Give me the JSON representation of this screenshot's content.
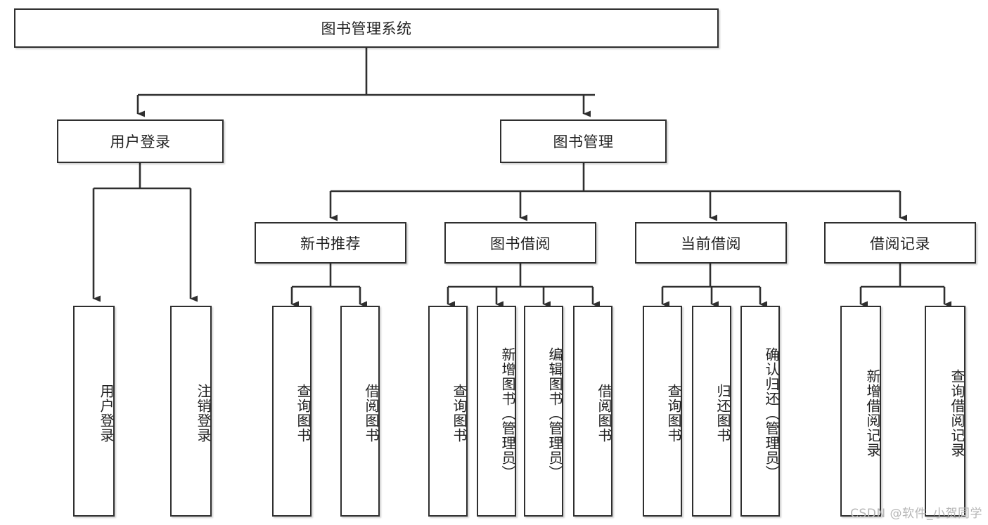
{
  "diagram": {
    "title": "图书管理系统",
    "type": "tree-hierarchy-diagram",
    "root": {
      "id": "root",
      "label": "图书管理系统"
    },
    "level2": [
      {
        "id": "user-login",
        "label": "用户登录"
      },
      {
        "id": "book-manage",
        "label": "图书管理"
      }
    ],
    "level3": [
      {
        "id": "new-book-rec",
        "label": "新书推荐"
      },
      {
        "id": "book-borrow",
        "label": "图书借阅"
      },
      {
        "id": "current-borrow",
        "label": "当前借阅"
      },
      {
        "id": "borrow-record",
        "label": "借阅记录"
      }
    ],
    "leaves": {
      "user_login": [
        {
          "id": "leaf-user-login",
          "label": "用户登录"
        },
        {
          "id": "leaf-logout",
          "label": "注销登录"
        }
      ],
      "new_book_rec": [
        {
          "id": "leaf-query-book-1",
          "label": "查询图书"
        },
        {
          "id": "leaf-borrow-book-1",
          "label": "借阅图书"
        }
      ],
      "book_borrow": [
        {
          "id": "leaf-query-book-2",
          "label": "查询图书"
        },
        {
          "id": "leaf-add-book",
          "label": "新增图书（管理员）"
        },
        {
          "id": "leaf-edit-book",
          "label": "编辑图书（管理员）"
        },
        {
          "id": "leaf-borrow-book-2",
          "label": "借阅图书"
        }
      ],
      "current_borrow": [
        {
          "id": "leaf-query-book-3",
          "label": "查询图书"
        },
        {
          "id": "leaf-return-book",
          "label": "归还图书"
        },
        {
          "id": "leaf-confirm-return",
          "label": "确认归还（管理员）"
        }
      ],
      "borrow_record": [
        {
          "id": "leaf-add-record",
          "label": "新增借阅记录"
        },
        {
          "id": "leaf-query-record",
          "label": "查询借阅记录"
        }
      ]
    }
  },
  "watermark": {
    "text": "CSDN @软件_小贺同学"
  },
  "colors": {
    "stroke": "#2f2f2f",
    "fill": "#ffffff",
    "text": "#222222",
    "watermark": "#b6b6b6"
  }
}
